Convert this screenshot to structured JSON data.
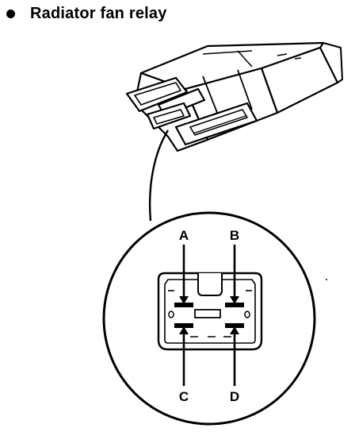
{
  "title": "Radiator fan relay",
  "pins": {
    "a": "A",
    "b": "B",
    "c": "C",
    "d": "D"
  },
  "colors": {
    "ink": "#000000",
    "paper": "#ffffff"
  }
}
